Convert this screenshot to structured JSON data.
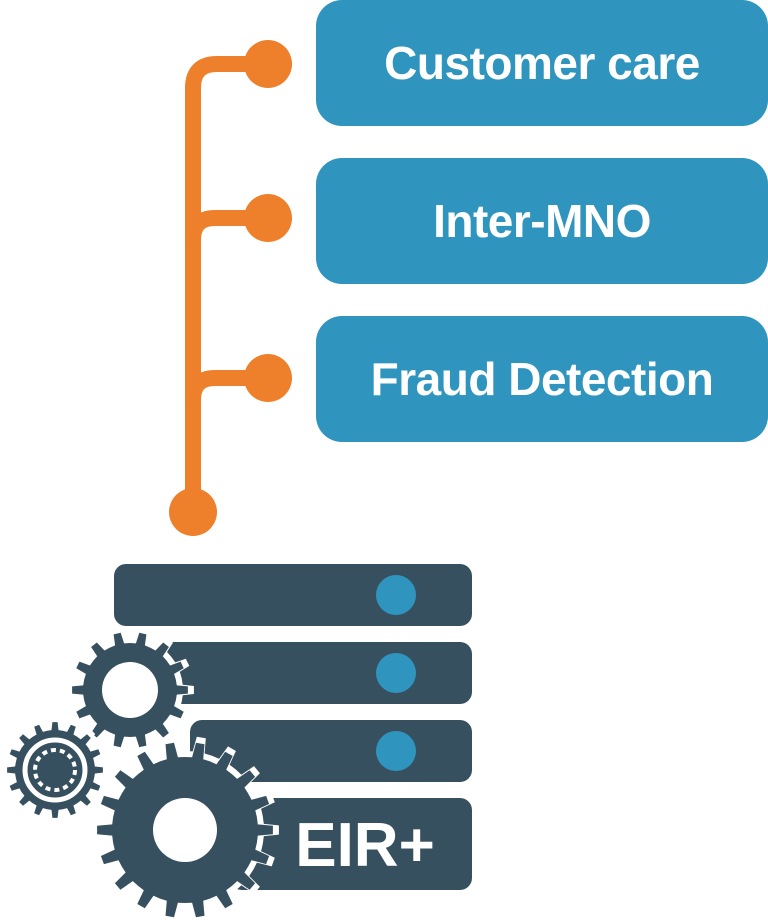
{
  "modules": [
    {
      "label": "Customer care"
    },
    {
      "label": "Inter-MNO"
    },
    {
      "label": "Fraud Detection"
    }
  ],
  "server": {
    "label": "EIR+"
  },
  "colors": {
    "box": "#2f95bf",
    "connector": "#ee7f2b",
    "server": "#37505f",
    "led": "#2f95bf",
    "text": "#ffffff"
  },
  "icons": [
    "server-icon",
    "gear-icon"
  ]
}
